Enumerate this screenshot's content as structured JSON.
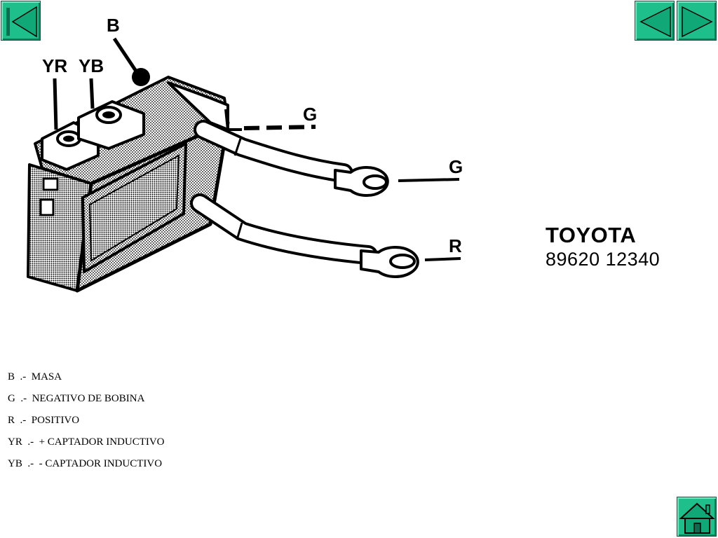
{
  "navigation": {
    "first": "first-page-icon",
    "previous": "previous-page-icon",
    "next": "next-page-icon",
    "home": "home-icon",
    "button_color": "#1fbf8c"
  },
  "diagram": {
    "terminals": {
      "b": "B",
      "yr": "YR",
      "yb": "YB",
      "g_ground": "G",
      "g_wire": "G",
      "r_wire": "R"
    }
  },
  "brand": {
    "name": "TOYOTA",
    "part_number": "89620 12340"
  },
  "legend": [
    {
      "code": "B",
      "separator": ".-",
      "description": "MASA"
    },
    {
      "code": "G",
      "separator": ".-",
      "description": "NEGATIVO DE BOBINA"
    },
    {
      "code": "R",
      "separator": ".-",
      "description": "POSITIVO"
    },
    {
      "code": "YR",
      "separator": ".-",
      "description": "+ CAPTADOR INDUCTIVO"
    },
    {
      "code": "YB",
      "separator": ".-",
      "description": "- CAPTADOR INDUCTIVO"
    }
  ]
}
